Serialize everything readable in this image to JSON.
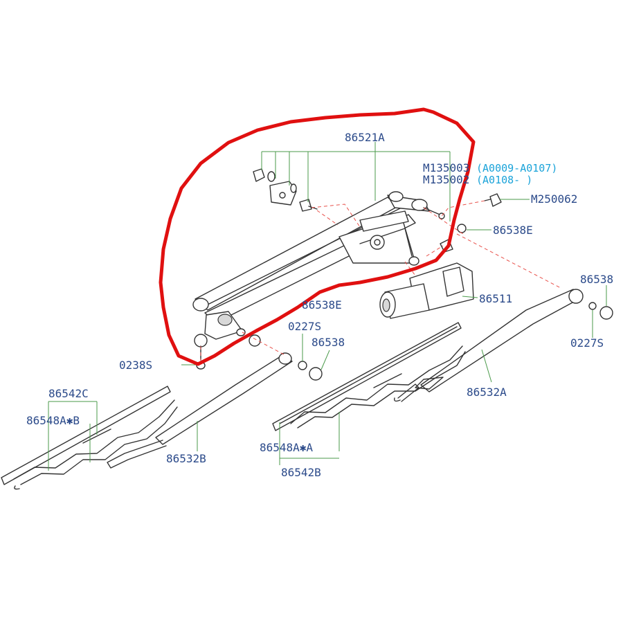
{
  "diagram": {
    "labels": {
      "l86521A": "86521A",
      "lM135003": "M135003",
      "lM135003r": "(A0009-A0107)",
      "lM135002": "M135002",
      "lM135002r": "(A0108-    )",
      "lM250062": "M250062",
      "l86538E_r": "86538E",
      "l86538E_l": "86538E",
      "l86511": "86511",
      "l86538_r": "86538",
      "l0227S_r": "0227S",
      "l0227S_c": "0227S",
      "l86538_c": "86538",
      "l0238S": "0238S",
      "l86542C": "86542C",
      "l86548AB": "86548A✱B",
      "l86532B": "86532B",
      "l86548AA": "86548A✱A",
      "l86542B": "86542B",
      "l86532A": "86532A"
    },
    "colors": {
      "label": "#2b4a8a",
      "label_cyan": "#1aa3d9",
      "leader": "#4a9a4a",
      "dashed": "#e8504a",
      "highlight": "#e01010"
    }
  }
}
